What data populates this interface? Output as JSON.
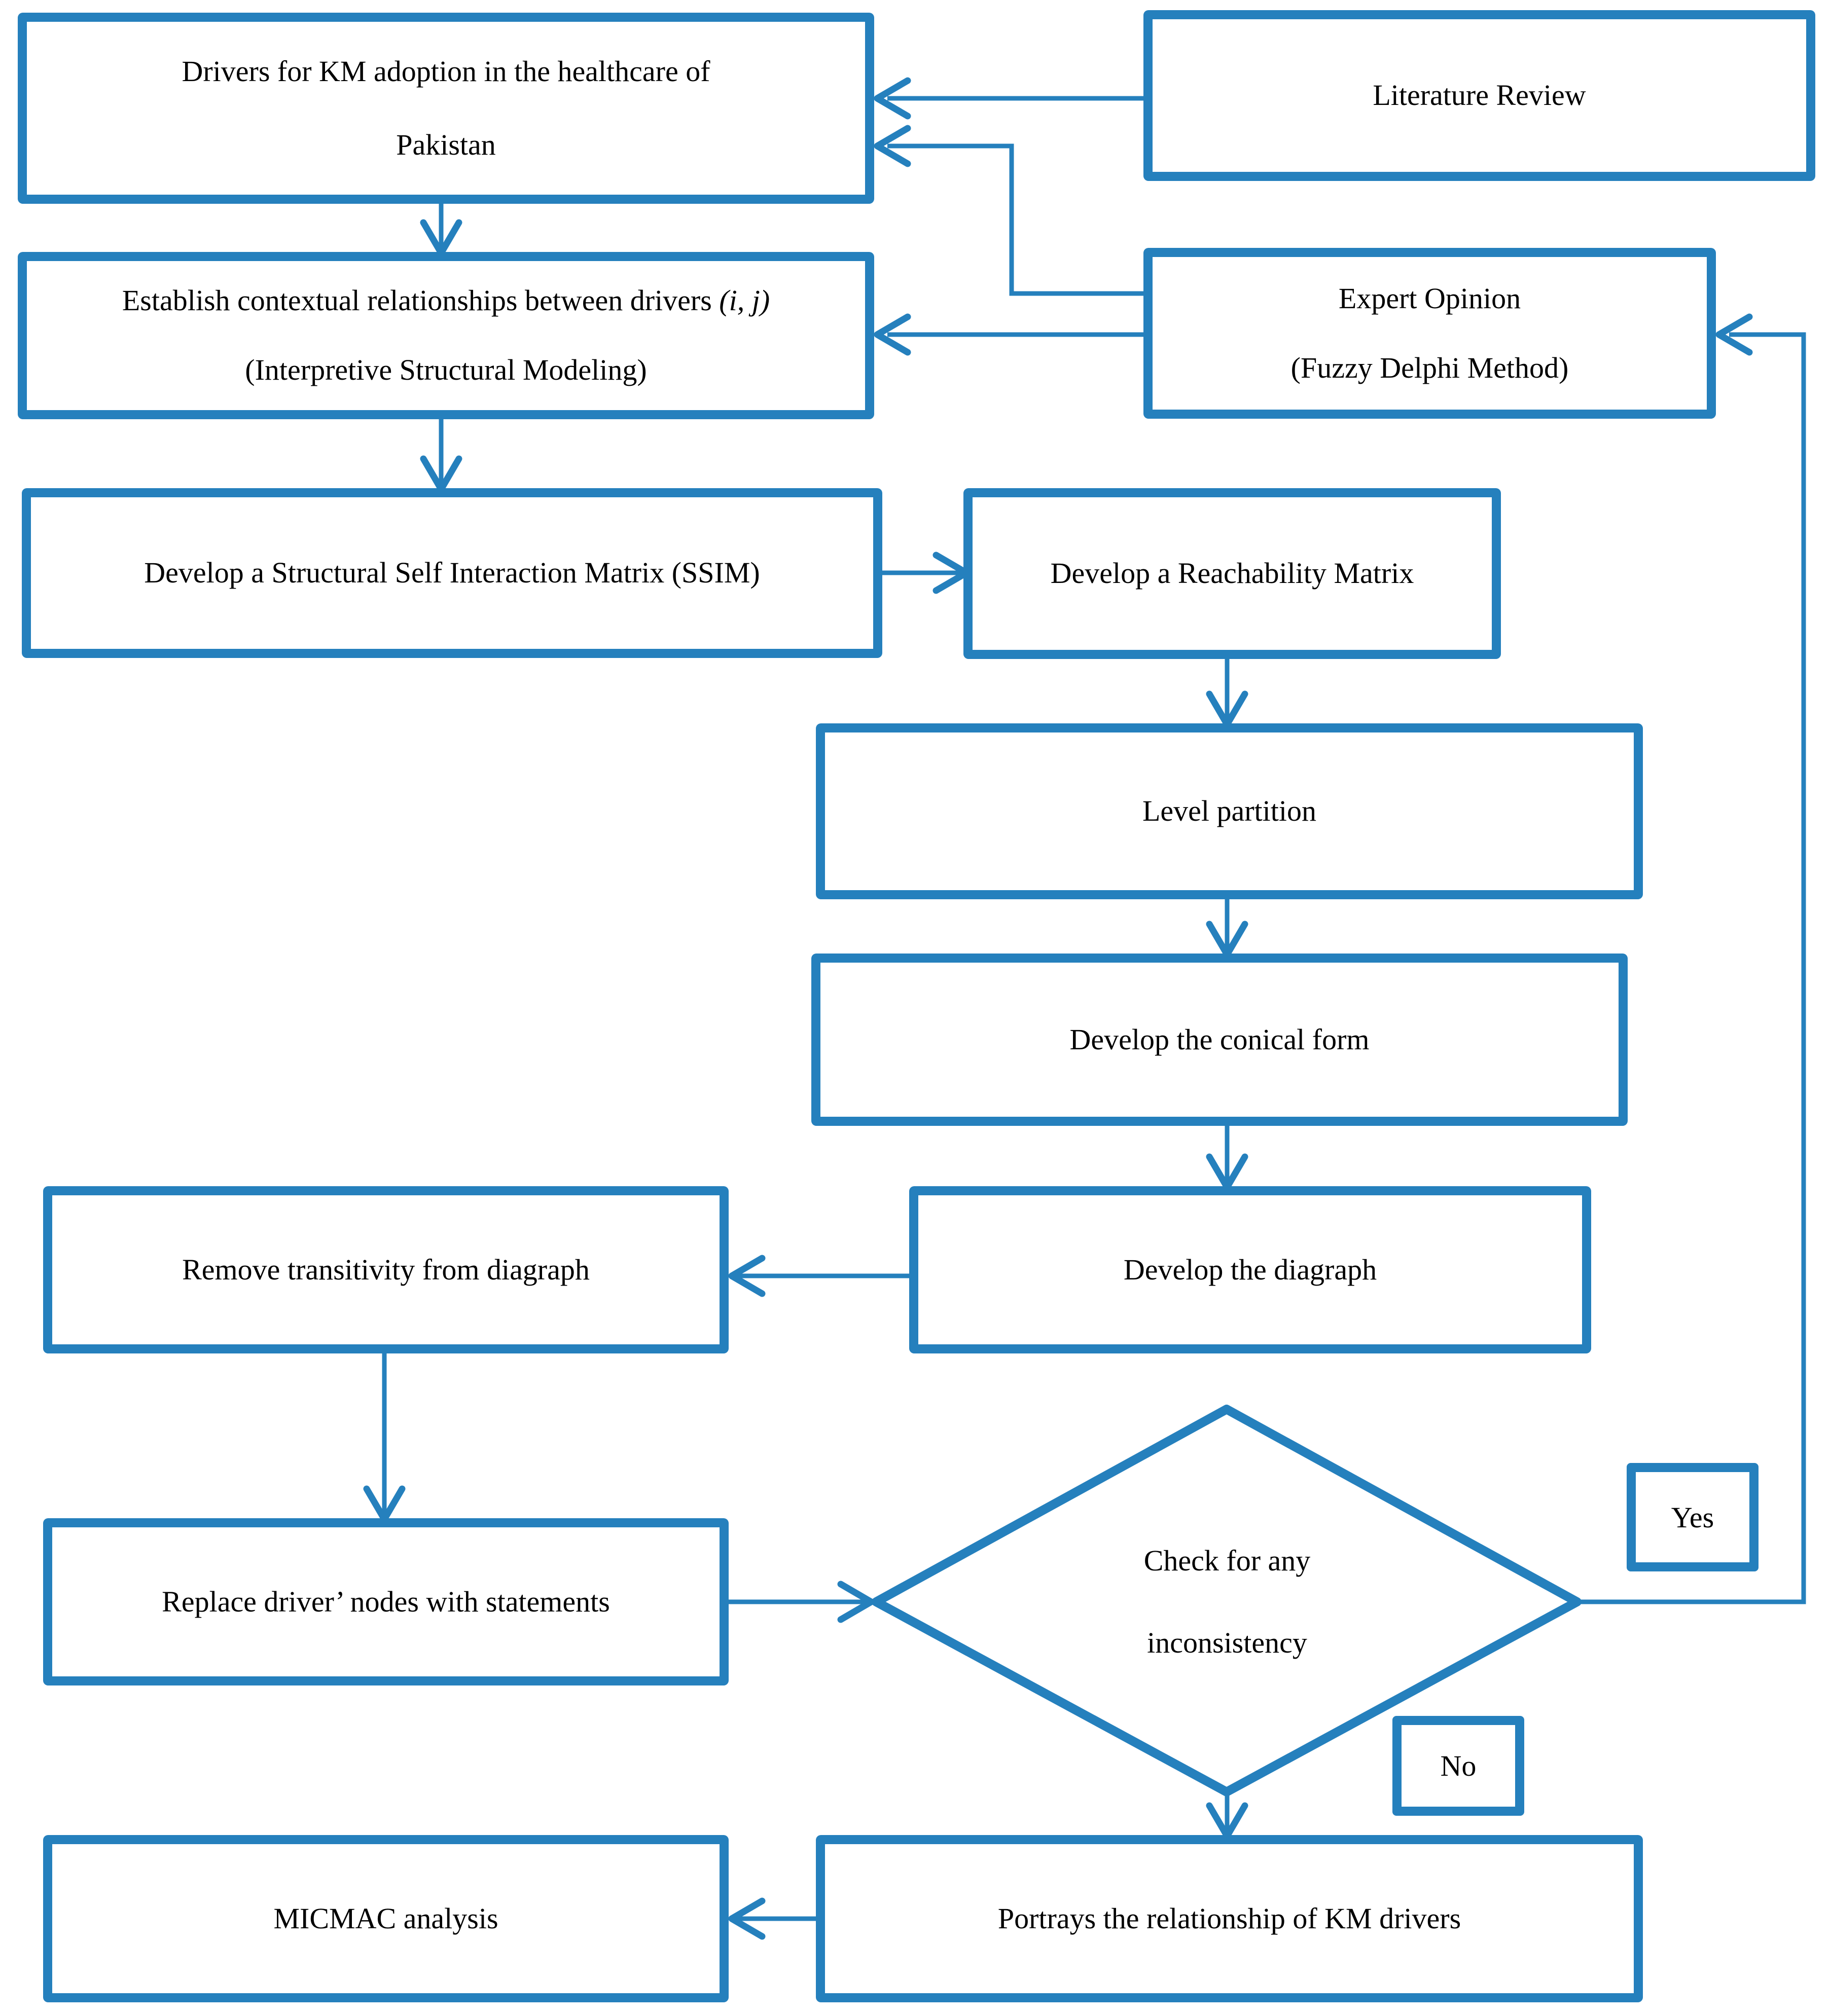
{
  "figure": {
    "type": "flowchart",
    "background": "#FFFFFF",
    "accent_color": "#2580BD",
    "text_color": "#000000"
  },
  "nodes": {
    "drivers": {
      "line1": "Drivers for KM adoption in the healthcare of",
      "line2": "Pakistan"
    },
    "literature_review": {
      "label": "Literature Review"
    },
    "establish": {
      "line1_pre": "Establish contextual relationships between drivers ",
      "line1_italic": "(i, j)",
      "line2": "(Interpretive Structural Modeling)"
    },
    "expert_opinion": {
      "line1": "Expert Opinion",
      "line2": "(Fuzzy Delphi Method)"
    },
    "ssim": {
      "label": "Develop a Structural Self Interaction Matrix (SSIM)"
    },
    "reachability": {
      "label": "Develop a Reachability Matrix"
    },
    "level_partition": {
      "label": "Level partition"
    },
    "conical_form": {
      "label": "Develop the conical form"
    },
    "diagraph": {
      "label": "Develop the diagraph"
    },
    "remove_transitivity": {
      "label": "Remove transitivity from diagraph"
    },
    "replace_nodes": {
      "label": "Replace driver’ nodes with statements"
    },
    "decision": {
      "line1": "Check for any",
      "line2": "inconsistency"
    },
    "yes_label": {
      "label": "Yes"
    },
    "no_label": {
      "label": "No"
    },
    "portrays": {
      "label": "Portrays the relationship of KM drivers"
    },
    "micmac": {
      "label": "MICMAC analysis"
    }
  }
}
